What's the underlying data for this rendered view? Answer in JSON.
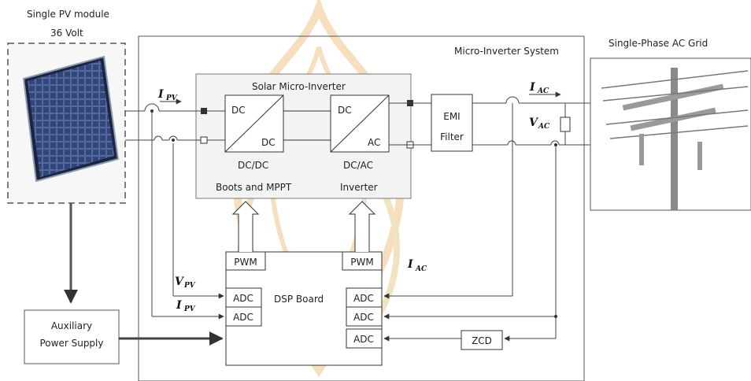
{
  "pv_module": {
    "title": "Single PV module",
    "voltage": "36 Volt"
  },
  "system": {
    "title": "Micro-Inverter System"
  },
  "grid": {
    "title": "Single-Phase AC Grid"
  },
  "inverter": {
    "title": "Solar Micro-Inverter",
    "dcdc_in": "DC",
    "dcdc_out": "DC",
    "dcdc_name": "DC/DC",
    "dcac_in": "DC",
    "dcac_out": "AC",
    "dcac_name": "DC/AC",
    "caption_left": "Boots and MPPT",
    "caption_right": "Inverter"
  },
  "emi": {
    "line1": "EMI",
    "line2": "Filter"
  },
  "dsp": {
    "title": "DSP Board",
    "pwm_left": "PWM",
    "pwm_right": "PWM",
    "adc": [
      "ADC",
      "ADC",
      "ADC",
      "ADC",
      "ADC"
    ]
  },
  "zcd": "ZCD",
  "aux": {
    "line1": "Auxiliary",
    "line2": "Power Supply"
  },
  "signals": {
    "i_pv_main": "I",
    "i_pv_main_sub": "PV",
    "i_ac_top": "I",
    "i_ac_top_sub": "AC",
    "v_ac": "V",
    "v_ac_sub": "AC",
    "i_ac_dsp": "I",
    "i_ac_dsp_sub": "AC",
    "v_pv": "V",
    "v_pv_sub": "PV",
    "i_pv_dsp": "I",
    "i_pv_dsp_sub": "PV"
  },
  "colors": {
    "line": "#444444",
    "box_fill": "#f3f3f3",
    "pv_frame": "#555555",
    "watermark": "#e9a24a"
  }
}
